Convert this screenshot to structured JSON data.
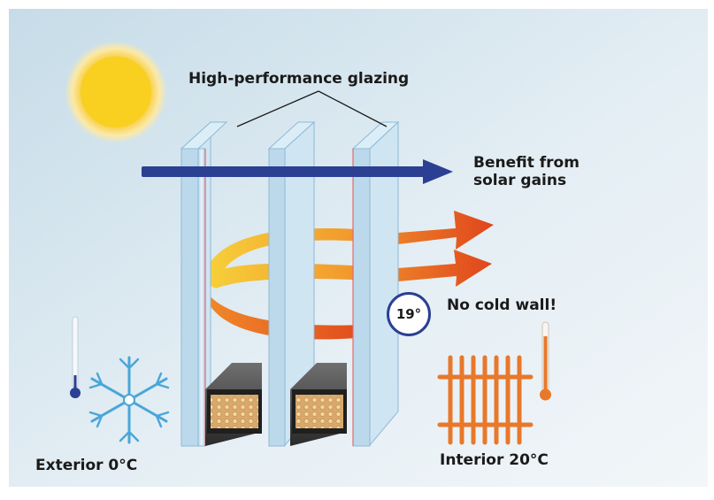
{
  "labels": {
    "glazing": "High-performance glazing",
    "solar_line1": "Benefit from",
    "solar_line2": "solar gains",
    "cold_wall": "No cold wall!",
    "wall_temp": "19°",
    "exterior": "Exterior 0°C",
    "interior": "Interior 20°C"
  },
  "colors": {
    "solar_arrow": "#2b3f93",
    "heat_arrow_start": "#f7d23a",
    "heat_arrow_end": "#e0451c",
    "radiator": "#e8782a",
    "snowflake": "#4aa6d8",
    "sun": "#f7c51c"
  },
  "icons": [
    "sun-icon",
    "snowflake-icon",
    "cold-thermometer-icon",
    "warm-thermometer-icon",
    "radiator-icon"
  ]
}
